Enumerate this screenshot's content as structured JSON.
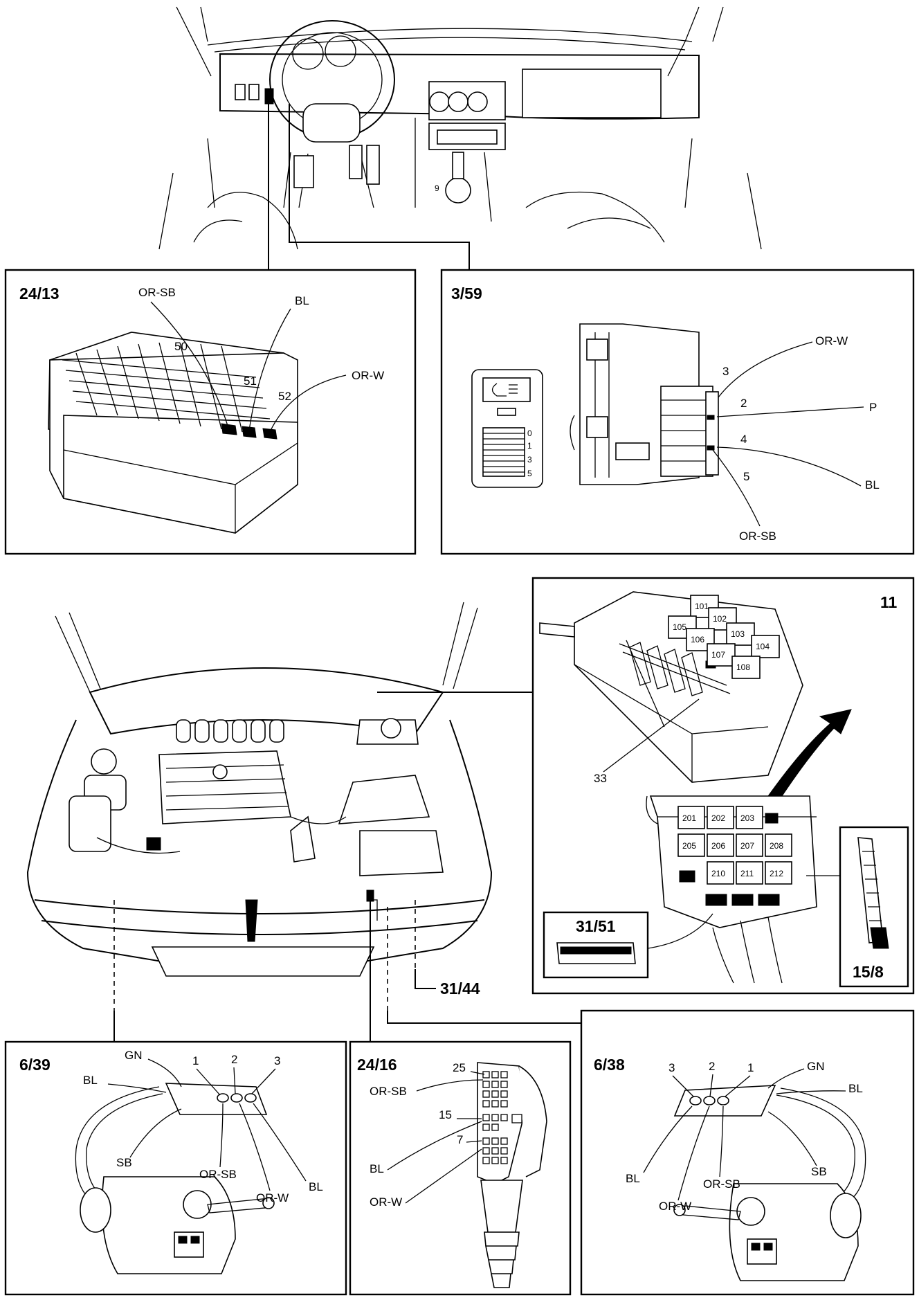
{
  "panels": {
    "p2413": {
      "title": "24/13",
      "labels": {
        "orsb": "OR-SB",
        "bl": "BL",
        "orw": "OR-W",
        "n50": "50",
        "n51": "51",
        "n52": "52"
      }
    },
    "p359": {
      "title": "3/59",
      "labels": {
        "orw": "OR-W",
        "n3": "3",
        "n2": "2",
        "p": "P",
        "n4": "4",
        "bl": "BL",
        "n5": "5",
        "orsb": "OR-SB"
      },
      "scale": [
        "0",
        "1",
        "3",
        "5"
      ]
    },
    "p11": {
      "title": "11",
      "label33": "33",
      "relays_top": [
        "101",
        "102",
        "105",
        "106",
        "103",
        "104",
        "107",
        "108"
      ],
      "relays_bottom": [
        "201",
        "202",
        "203",
        "205",
        "206",
        "207",
        "208",
        "210",
        "211",
        "212"
      ]
    },
    "p3151": {
      "title": "31/51"
    },
    "p158": {
      "title": "15/8"
    },
    "engine": {
      "label3144": "31/44"
    },
    "p639": {
      "title": "6/39",
      "labels": {
        "gn": "GN",
        "bl": "BL",
        "n1": "1",
        "n2": "2",
        "n3": "3",
        "sb": "SB",
        "orsb": "OR-SB",
        "bl2": "BL",
        "orw": "OR-W"
      }
    },
    "p2416": {
      "title": "24/16",
      "labels": {
        "n25": "25",
        "orsb": "OR-SB",
        "n15": "15",
        "n7": "7",
        "bl": "BL",
        "orw": "OR-W"
      }
    },
    "p638": {
      "title": "6/38",
      "labels": {
        "n3": "3",
        "n2": "2",
        "n1": "1",
        "gn": "GN",
        "bl": "BL",
        "sb": "SB",
        "bl2": "BL",
        "orsb": "OR-SB",
        "orw": "OR-W"
      }
    }
  }
}
